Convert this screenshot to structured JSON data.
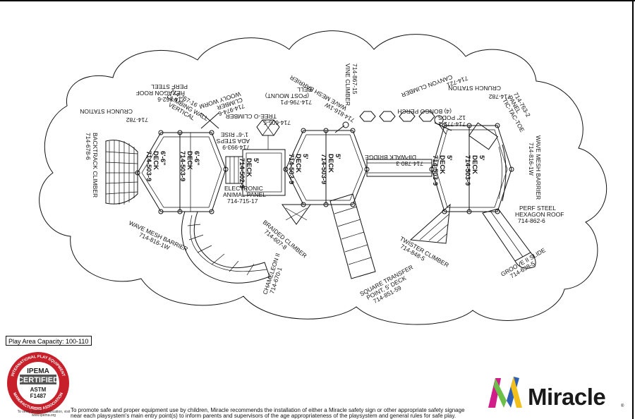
{
  "labels": {
    "crunch_station_left": "CRUNCH STATION",
    "crunch_station_left_pn": "714-782",
    "perf_steel_hex_roof_left": [
      "PERF STEEL",
      "HEXAGON ROOF",
      "714-862-6"
    ],
    "wooly_worm": [
      "WOOLY WORM",
      "CLIMBER",
      "714-974-6"
    ],
    "bell": [
      "BELL",
      "(POST MOUNT)",
      "714-796-P1"
    ],
    "vine_climber": [
      "VINE CLIMBER",
      "714-867-15"
    ],
    "bongo_perch": [
      "(4) BONGO PERCH",
      "12\" PODS",
      "714-772-1"
    ],
    "canyon_climber": [
      "CANYON CLIMBER",
      "714-721"
    ],
    "crunch_station_right": [
      "CRUNCH STATION",
      "714-782"
    ],
    "tic_tac_toe": [
      "TIC-TAC-TOE",
      "PANEL",
      "714-763-2"
    ],
    "vertical_climbing_wall": [
      "VERTICAL",
      "CLIMBING WALL",
      "714-757-16"
    ],
    "ada_steps": [
      "1'-6\" RISE",
      "ADA STEPS",
      "714-993-9"
    ],
    "tree_o_climber": [
      "TREE-O CLIMBER",
      "714-605-5"
    ],
    "wave_mesh_barrier_top": [
      "WAVE MESH BARRIER",
      "714-816-1W"
    ],
    "dipwalk_bridge": [
      "DIPWALK BRIDGE",
      "714-780-3"
    ],
    "backtrack_climber": [
      "BACKTRACK CLIMBER",
      "714-678-6"
    ],
    "deck_left": [
      "6'-6\"",
      "DECK",
      "714-503-9"
    ],
    "deck_left2": [
      "6'-6\"",
      "DECK",
      "714-503-9"
    ],
    "deck_small": [
      "5'",
      "DECK",
      "714-502-9"
    ],
    "deck_mid1": [
      "5'",
      "DECK",
      "714-503-9"
    ],
    "deck_mid2": [
      "5'",
      "DECK",
      "714-503-9"
    ],
    "deck_right1": [
      "5'",
      "DECK",
      "714-503-9"
    ],
    "deck_right2": [
      "5'",
      "DECK",
      "714-503-9"
    ],
    "electronic_panel": [
      "ELECTRONIC",
      "ANIMAL PANEL",
      "714-715-17"
    ],
    "wave_mesh_barrier_bottom": [
      "WAVE MESH BARRIER",
      "714-816-1W"
    ],
    "braided_climber": [
      "BRAIDED CLIMBER",
      "714-607-8"
    ],
    "chameleon": [
      "CHAMELEON II",
      "714-670-1"
    ],
    "square_transfer": [
      "SQUARE TRANSFER",
      "POINT, 5' DECK",
      "714-851-59"
    ],
    "twister_climber": [
      "TWISTER CLIMBER",
      "714-848-5"
    ],
    "wave_mesh_barrier_right": [
      "WAVE MESH BARRIER",
      "714-816-1W"
    ],
    "perf_steel_hex_roof_right": [
      "PERF STEEL",
      "HEXAGON ROOF",
      "714-862-6"
    ],
    "groove_slide": [
      "GROOVE II SLIDE",
      "714-638-5"
    ]
  },
  "capacity": "Play Area Capacity: 100-110",
  "certification": {
    "ring_top": "INTERNATIONAL PLAY EQUIPMENT",
    "ring_bottom": "MANUFACTURERS ASSOCIATION",
    "ipema": "IPEMA",
    "certified": "CERTIFIED",
    "astm": "ASTM",
    "code": "F1487",
    "small": "To verify product certification, visit www.ipema.org"
  },
  "notice": "To promote safe and proper equipment use by children, Miracle recommends the installation of either a Miracle safety sign or other appropriate safety signage near each playsystem's main entry point(s) to inform parents and supervisors of the age appropriateness of the playsystem and general rules for safe play.",
  "brand": {
    "name": "Miracle",
    "mark": "®"
  },
  "colors": {
    "ink": "#111111",
    "seal_red": "#c8202a",
    "logo_magenta": "#d01d8a",
    "logo_green": "#6cc04a",
    "logo_blue": "#2e5fb5",
    "logo_yellow": "#f3c01b"
  }
}
